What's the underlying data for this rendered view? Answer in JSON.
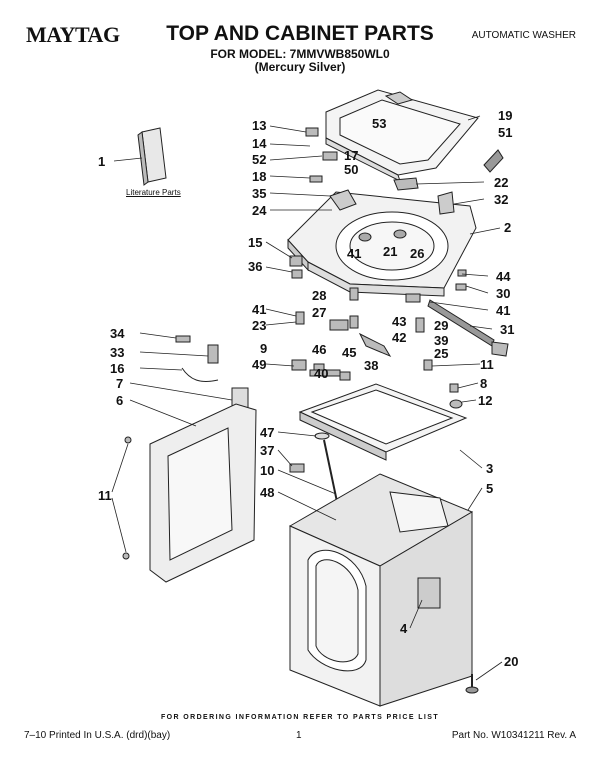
{
  "header": {
    "brand": "MAYTAG",
    "title": "TOP AND CABINET PARTS",
    "model_line": "FOR MODEL: 7MMVWB850WL0",
    "color_line": "(Mercury Silver)",
    "product_type": "AUTOMATIC WASHER"
  },
  "literature_label": "Literature Parts",
  "callouts": [
    {
      "n": "1"
    },
    {
      "n": "13"
    },
    {
      "n": "14"
    },
    {
      "n": "52"
    },
    {
      "n": "18"
    },
    {
      "n": "35"
    },
    {
      "n": "24"
    },
    {
      "n": "53"
    },
    {
      "n": "17"
    },
    {
      "n": "50"
    },
    {
      "n": "19"
    },
    {
      "n": "51"
    },
    {
      "n": "22"
    },
    {
      "n": "32"
    },
    {
      "n": "2"
    },
    {
      "n": "15"
    },
    {
      "n": "36"
    },
    {
      "n": "41"
    },
    {
      "n": "21"
    },
    {
      "n": "26"
    },
    {
      "n": "44"
    },
    {
      "n": "28"
    },
    {
      "n": "30"
    },
    {
      "n": "41"
    },
    {
      "n": "41"
    },
    {
      "n": "27"
    },
    {
      "n": "23"
    },
    {
      "n": "43"
    },
    {
      "n": "29"
    },
    {
      "n": "39"
    },
    {
      "n": "31"
    },
    {
      "n": "42"
    },
    {
      "n": "34"
    },
    {
      "n": "9"
    },
    {
      "n": "46"
    },
    {
      "n": "25"
    },
    {
      "n": "33"
    },
    {
      "n": "49"
    },
    {
      "n": "45"
    },
    {
      "n": "38"
    },
    {
      "n": "11"
    },
    {
      "n": "16"
    },
    {
      "n": "40"
    },
    {
      "n": "8"
    },
    {
      "n": "7"
    },
    {
      "n": "12"
    },
    {
      "n": "6"
    },
    {
      "n": "47"
    },
    {
      "n": "37"
    },
    {
      "n": "3"
    },
    {
      "n": "10"
    },
    {
      "n": "5"
    },
    {
      "n": "11"
    },
    {
      "n": "48"
    },
    {
      "n": "4"
    },
    {
      "n": "20"
    }
  ],
  "footer": {
    "order_info": "FOR ORDERING INFORMATION REFER TO PARTS PRICE LIST",
    "printed": "7–10 Printed In U.S.A. (drd)(bay)",
    "page_number": "1",
    "part_number": "Part No. W10341211 Rev. A"
  }
}
